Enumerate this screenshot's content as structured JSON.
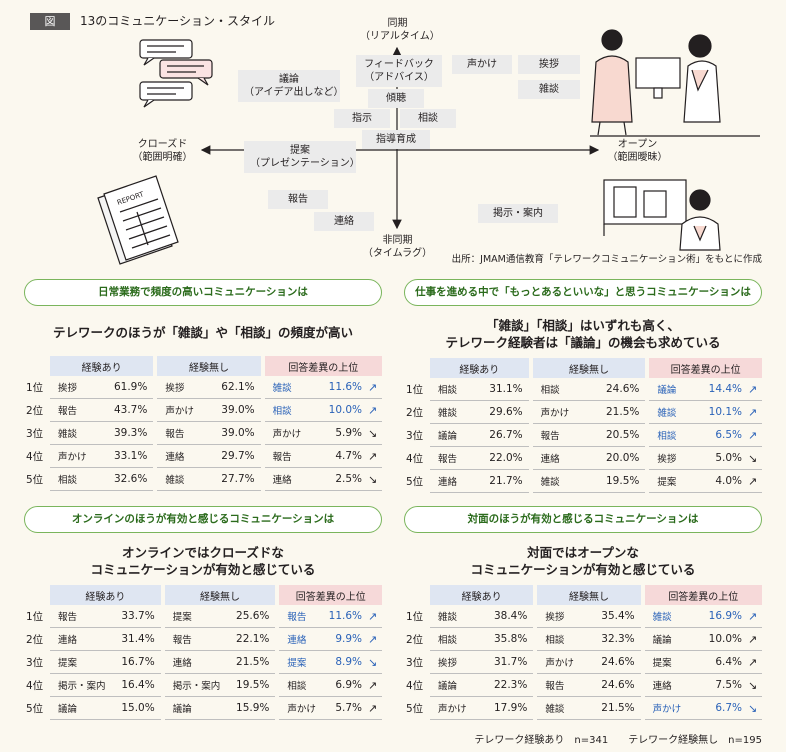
{
  "figure": {
    "tag": "図",
    "title": "13のコミュニケーション・スタイル"
  },
  "diagram": {
    "axes": {
      "top": "同期\n（リアルタイム）",
      "bottom": "非同期\n（タイムラグ）",
      "left": "クローズド\n（範囲明確）",
      "right": "オープン\n（範囲曖昧）"
    },
    "items": [
      "議論\n（アイデア出しなど）",
      "フィードバック\n（アドバイス）",
      "傾聴",
      "指示",
      "相談",
      "指導育成",
      "提案\n（プレゼンテーション）",
      "報告",
      "連絡",
      "声かけ",
      "挨拶",
      "雑談",
      "掲示・案内"
    ],
    "report_text": "REPORT",
    "source": "出所：JMAM通信教育「テレワークコミュニケーション術」をもとに作成"
  },
  "chart_data": [
    {
      "type": "table",
      "pill": "日常業務で頻度の高いコミュニケーションは",
      "heading": [
        "テレワークのほうが「雑談」や「相談」の頻度が高い"
      ],
      "columns": [
        "経験あり",
        "経験無し",
        "回答差異の上位"
      ],
      "ranks": [
        "1位",
        "2位",
        "3位",
        "4位",
        "5位"
      ],
      "experienced": [
        {
          "label": "挨拶",
          "value": "61.9%"
        },
        {
          "label": "報告",
          "value": "43.7%"
        },
        {
          "label": "雑談",
          "value": "39.3%"
        },
        {
          "label": "声かけ",
          "value": "33.1%"
        },
        {
          "label": "相談",
          "value": "32.6%"
        }
      ],
      "inexperienced": [
        {
          "label": "挨拶",
          "value": "62.1%"
        },
        {
          "label": "声かけ",
          "value": "39.0%"
        },
        {
          "label": "報告",
          "value": "39.0%"
        },
        {
          "label": "連絡",
          "value": "29.7%"
        },
        {
          "label": "雑談",
          "value": "27.7%"
        }
      ],
      "difference": [
        {
          "label": "雑談",
          "value": "11.6%",
          "direction": "up",
          "highlight": true
        },
        {
          "label": "相談",
          "value": "10.0%",
          "direction": "up",
          "highlight": true
        },
        {
          "label": "声かけ",
          "value": "5.9%",
          "direction": "down",
          "highlight": false
        },
        {
          "label": "報告",
          "value": "4.7%",
          "direction": "up",
          "highlight": false
        },
        {
          "label": "連絡",
          "value": "2.5%",
          "direction": "down",
          "highlight": false
        }
      ]
    },
    {
      "type": "table",
      "pill": "仕事を進める中で「もっとあるといいな」と思うコミュニケーションは",
      "heading": [
        "「雑談」「相談」はいずれも高く、",
        "テレワーク経験者は「議論」の機会も求めている"
      ],
      "columns": [
        "経験あり",
        "経験無し",
        "回答差異の上位"
      ],
      "ranks": [
        "1位",
        "2位",
        "3位",
        "4位",
        "5位"
      ],
      "experienced": [
        {
          "label": "相談",
          "value": "31.1%"
        },
        {
          "label": "雑談",
          "value": "29.6%"
        },
        {
          "label": "議論",
          "value": "26.7%"
        },
        {
          "label": "報告",
          "value": "22.0%"
        },
        {
          "label": "連絡",
          "value": "21.7%"
        }
      ],
      "inexperienced": [
        {
          "label": "相談",
          "value": "24.6%"
        },
        {
          "label": "声かけ",
          "value": "21.5%"
        },
        {
          "label": "報告",
          "value": "20.5%"
        },
        {
          "label": "連絡",
          "value": "20.0%"
        },
        {
          "label": "雑談",
          "value": "19.5%"
        }
      ],
      "difference": [
        {
          "label": "議論",
          "value": "14.4%",
          "direction": "up",
          "highlight": true
        },
        {
          "label": "雑談",
          "value": "10.1%",
          "direction": "up",
          "highlight": true
        },
        {
          "label": "相談",
          "value": "6.5%",
          "direction": "up",
          "highlight": true
        },
        {
          "label": "挨拶",
          "value": "5.0%",
          "direction": "down",
          "highlight": false
        },
        {
          "label": "提案",
          "value": "4.0%",
          "direction": "up",
          "highlight": false
        }
      ]
    },
    {
      "type": "table",
      "pill": "オンラインのほうが有効と感じるコミュニケーションは",
      "heading": [
        "オンラインではクローズドな",
        "コミュニケーションが有効と感じている"
      ],
      "columns": [
        "経験あり",
        "経験無し",
        "回答差異の上位"
      ],
      "ranks": [
        "1位",
        "2位",
        "3位",
        "4位",
        "5位"
      ],
      "experienced": [
        {
          "label": "報告",
          "value": "33.7%"
        },
        {
          "label": "連絡",
          "value": "31.4%"
        },
        {
          "label": "提案",
          "value": "16.7%"
        },
        {
          "label": "掲示・案内",
          "value": "16.4%"
        },
        {
          "label": "議論",
          "value": "15.0%"
        }
      ],
      "inexperienced": [
        {
          "label": "提案",
          "value": "25.6%"
        },
        {
          "label": "報告",
          "value": "22.1%"
        },
        {
          "label": "連絡",
          "value": "21.5%"
        },
        {
          "label": "掲示・案内",
          "value": "19.5%"
        },
        {
          "label": "議論",
          "value": "15.9%"
        }
      ],
      "difference": [
        {
          "label": "報告",
          "value": "11.6%",
          "direction": "up",
          "highlight": true
        },
        {
          "label": "連絡",
          "value": "9.9%",
          "direction": "up",
          "highlight": true
        },
        {
          "label": "提案",
          "value": "8.9%",
          "direction": "down",
          "highlight": true
        },
        {
          "label": "相談",
          "value": "6.9%",
          "direction": "up",
          "highlight": false
        },
        {
          "label": "声かけ",
          "value": "5.7%",
          "direction": "up",
          "highlight": false
        }
      ]
    },
    {
      "type": "table",
      "pill": "対面のほうが有効と感じるコミュニケーションは",
      "heading": [
        "対面ではオープンな",
        "コミュニケーションが有効と感じている"
      ],
      "columns": [
        "経験あり",
        "経験無し",
        "回答差異の上位"
      ],
      "ranks": [
        "1位",
        "2位",
        "3位",
        "4位",
        "5位"
      ],
      "experienced": [
        {
          "label": "雑談",
          "value": "38.4%"
        },
        {
          "label": "相談",
          "value": "35.8%"
        },
        {
          "label": "挨拶",
          "value": "31.7%"
        },
        {
          "label": "議論",
          "value": "22.3%"
        },
        {
          "label": "声かけ",
          "value": "17.9%"
        }
      ],
      "inexperienced": [
        {
          "label": "挨拶",
          "value": "35.4%"
        },
        {
          "label": "相談",
          "value": "32.3%"
        },
        {
          "label": "声かけ",
          "value": "24.6%"
        },
        {
          "label": "報告",
          "value": "24.6%"
        },
        {
          "label": "雑談",
          "value": "21.5%"
        }
      ],
      "difference": [
        {
          "label": "雑談",
          "value": "16.9%",
          "direction": "up",
          "highlight": true
        },
        {
          "label": "議論",
          "value": "10.0%",
          "direction": "up",
          "highlight": false
        },
        {
          "label": "提案",
          "value": "6.4%",
          "direction": "up",
          "highlight": false
        },
        {
          "label": "連絡",
          "value": "7.5%",
          "direction": "down",
          "highlight": false
        },
        {
          "label": "声かけ",
          "value": "6.7%",
          "direction": "down",
          "highlight": true
        }
      ]
    }
  ],
  "legend": {
    "experienced": "テレワーク経験あり　n=341",
    "inexperienced": "テレワーク経験無し　n=195"
  },
  "colors": {
    "accent_green": "#7ab55c",
    "highlight_blue": "#2a62b8",
    "header_blue": "#dfe6f2",
    "header_pink": "#f6d9d9",
    "tag_grey": "#ebebeb"
  }
}
